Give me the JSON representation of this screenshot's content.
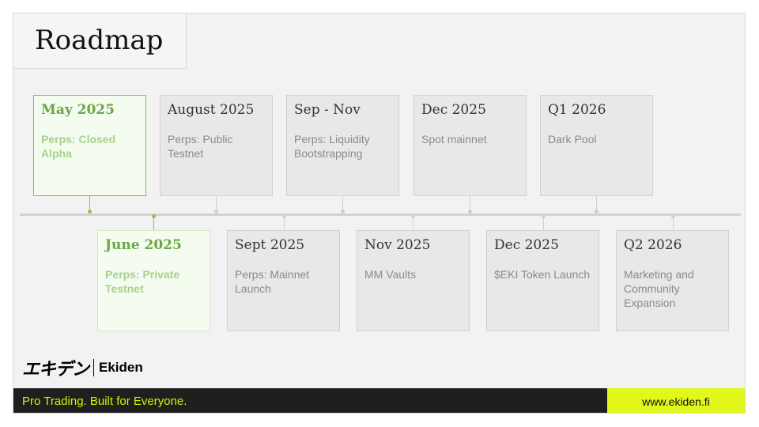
{
  "title": "Roadmap",
  "milestones_top": [
    {
      "date": "May 2025",
      "desc": "Perps: Closed Alpha",
      "active": true
    },
    {
      "date": "August 2025",
      "desc": "Perps: Public Testnet",
      "active": false
    },
    {
      "date": "Sep - Nov",
      "desc": "Perps: Liquidity Bootstrapping",
      "active": false
    },
    {
      "date": "Dec 2025",
      "desc": "Spot mainnet",
      "active": false
    },
    {
      "date": "Q1 2026",
      "desc": "Dark Pool",
      "active": false
    }
  ],
  "milestones_bottom": [
    {
      "date": "June 2025",
      "desc": "Perps: Private Testnet",
      "active": true
    },
    {
      "date": "Sept 2025",
      "desc": "Perps: Mainnet Launch",
      "active": false
    },
    {
      "date": "Nov 2025",
      "desc": "MM Vaults",
      "active": false
    },
    {
      "date": "Dec 2025",
      "desc": "$EKI Token Launch",
      "active": false
    },
    {
      "date": "Q2 2026",
      "desc": "Marketing and Community Expansion",
      "active": false
    }
  ],
  "logo": {
    "jp": "エキデン",
    "en": "Ekiden"
  },
  "footer": {
    "tagline": "Pro Trading. Built for Everyone.",
    "link": "www.ekiden.fi"
  },
  "colors": {
    "accent": "#e2f71a",
    "active_green": "#6aa745",
    "footer_bg": "#1f1f1f"
  }
}
